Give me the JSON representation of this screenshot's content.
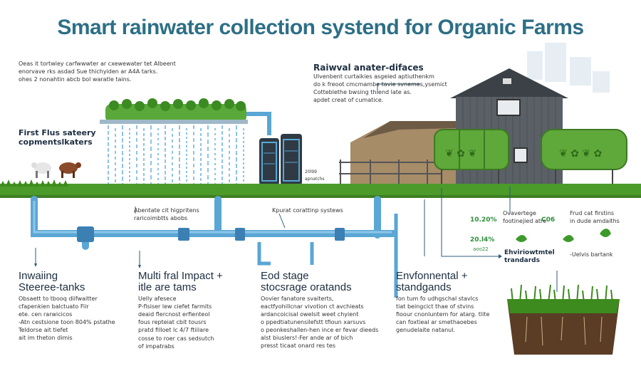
{
  "title": "Smart rainwater collection systend for Organic  Farms",
  "top_left_text": "Oeas it tortwiey carfwwwter ar cxewewater tet Albeent\nenorvave rks asdad Sue thichyiden ar A4A tarks.\nohes 2 nonahtin abcb bol waratle tains.",
  "first_flush": "First Flus sateery\ncopmentslkaters",
  "retrieval_title": "Raiwval anater-difaces",
  "retrieval_text": "Ulvenbent curtaikies asgeied aptiuthenkm\ndo k freoot cmcmambe tavie  svnemes,ysemict\nCotteblethe bwsing th end late as.\napdet creat of cumatice.",
  "tank_label": "20l99",
  "tank_sublabel": "apnatchs",
  "mid_text": "Abentate cit higpritens\nraricoimbtts abobs",
  "kpurat": "Kpurat corattinp systews",
  "stats_1": "10.20%",
  "stats_2": "20.l4%",
  "stats_3": "aoo22",
  "stats_4": "C06",
  "right_caption_1": "Ovavertege\nfootinejied atre",
  "right_caption_2": "Frud cat firstins\nin dude amdaiths",
  "env_label": "Ehviriowtmtel\ntrandards",
  "env_label_2": "-Uelvis bartank",
  "storage_heading": "Inwaiing\nSteeree-tanks",
  "storage_text": "Obsaett to tbooq diifwaitter\ncfapenkien balctuato Fiir\nete. cen rarwicicos\n-Atn cestsione toon 804% pstathe\nTeldorse ait tiefet\nait im theton dimis",
  "impact_heading": "Multi fral Impact +\nitle are tams",
  "impact_text": "Uelly afesece\nP-fisiser lew ciefet farmits\ndeaid flercnost erfienteol\nfous repteiat cbit tousrs\npratd filloet lc 4/7 ftiilare",
  "impact_extra": "cosse to roer cas sedsutch\nof impatrabs",
  "end_heading": "Eod stage\nstocsrage oratands",
  "end_text": "Oovier fanatore svaiterts,\neactfyohillcnar vivotion ct avchieats\nardancoicisal owelsit weet chyient\no ppedtiatunensilefstt tfioun xarsuvs\no peonkeshallen-hen ince er fevar dieeds\nalst biuslers!-Fer ande ar of bich\npresst ticaat onard res tes",
  "env_heading": "Envfonnental +\nstandgands",
  "env_text": "fon tum fo udhgschal stavlcs\ntiat beingcict thae of stvins\nfioour cnonluntem for atarg. tlite\ncan foxtieal ar smethaoebes\ngenudelaite natanul.",
  "colors": {
    "title": "#2d6f86",
    "pipe": "#5aa6d4",
    "pipe_dark": "#3c7fb3",
    "grass": "#4b9a2a",
    "barn": "#5a6066",
    "tank_green": "#5fa83a"
  }
}
